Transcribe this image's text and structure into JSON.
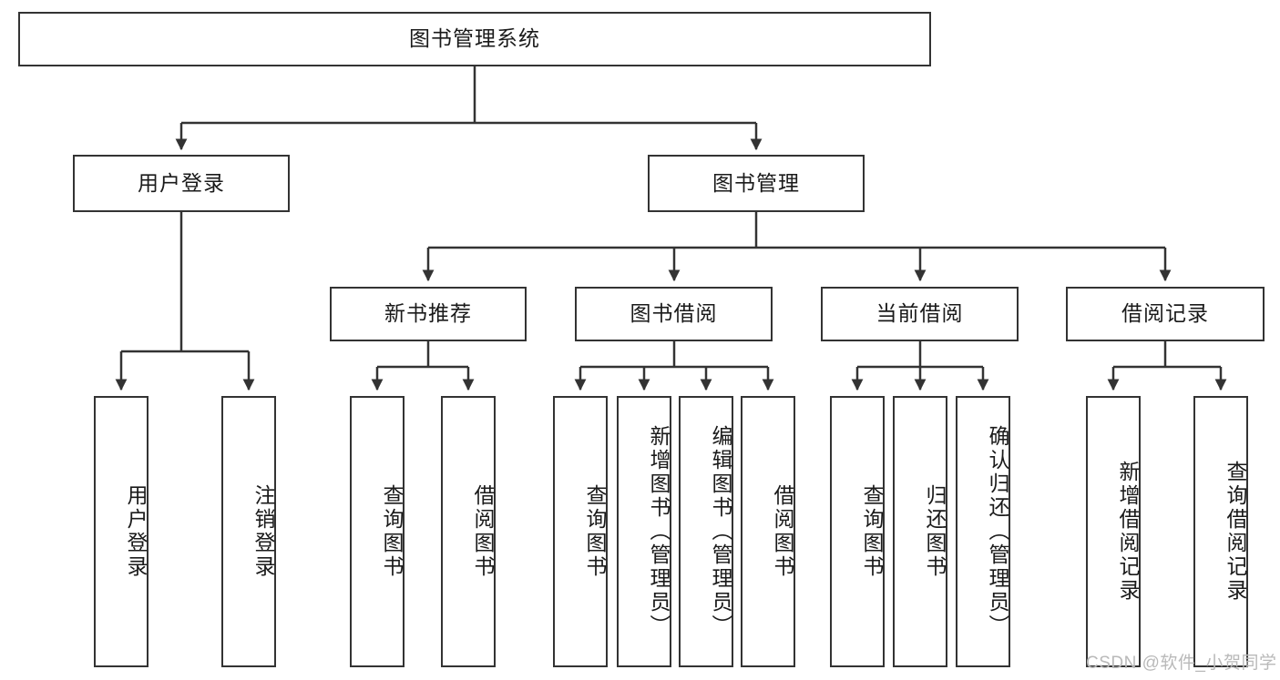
{
  "diagram": {
    "title_node": {
      "label": "图书管理系统"
    },
    "level2": [
      {
        "id": "user-login",
        "label": "用户登录"
      },
      {
        "id": "book-management",
        "label": "图书管理"
      }
    ],
    "level3": [
      {
        "id": "new-book-recommend",
        "label": "新书推荐"
      },
      {
        "id": "book-borrow",
        "label": "图书借阅"
      },
      {
        "id": "current-borrow",
        "label": "当前借阅"
      },
      {
        "id": "borrow-record",
        "label": "借阅记录"
      }
    ],
    "leaves": [
      {
        "id": "leaf-user-login",
        "label": "用户登录",
        "parent": "user-login"
      },
      {
        "id": "leaf-logout",
        "label": "注销登录",
        "parent": "user-login"
      },
      {
        "id": "leaf-query-book-1",
        "label": "查询图书",
        "parent": "new-book-recommend"
      },
      {
        "id": "leaf-borrow-book-1",
        "label": "借阅图书",
        "parent": "new-book-recommend"
      },
      {
        "id": "leaf-query-book-2",
        "label": "查询图书",
        "parent": "book-borrow"
      },
      {
        "id": "leaf-add-book",
        "label": "新增图书（管理员）",
        "parent": "book-borrow"
      },
      {
        "id": "leaf-edit-book",
        "label": "编辑图书（管理员）",
        "parent": "book-borrow"
      },
      {
        "id": "leaf-borrow-book-2",
        "label": "借阅图书",
        "parent": "book-borrow"
      },
      {
        "id": "leaf-query-book-3",
        "label": "查询图书",
        "parent": "current-borrow"
      },
      {
        "id": "leaf-return-book",
        "label": "归还图书",
        "parent": "current-borrow"
      },
      {
        "id": "leaf-confirm-return",
        "label": "确认归还（管理员）",
        "parent": "current-borrow"
      },
      {
        "id": "leaf-add-record",
        "label": "新增借阅记录",
        "parent": "borrow-record"
      },
      {
        "id": "leaf-query-record",
        "label": "查询借阅记录",
        "parent": "borrow-record"
      }
    ],
    "watermark": "CSDN @软件_小贺同学",
    "colors": {
      "stroke": "#333333",
      "fill": "#ffffff",
      "text": "#1a1a1a",
      "watermark": "#b9b9b9"
    }
  }
}
